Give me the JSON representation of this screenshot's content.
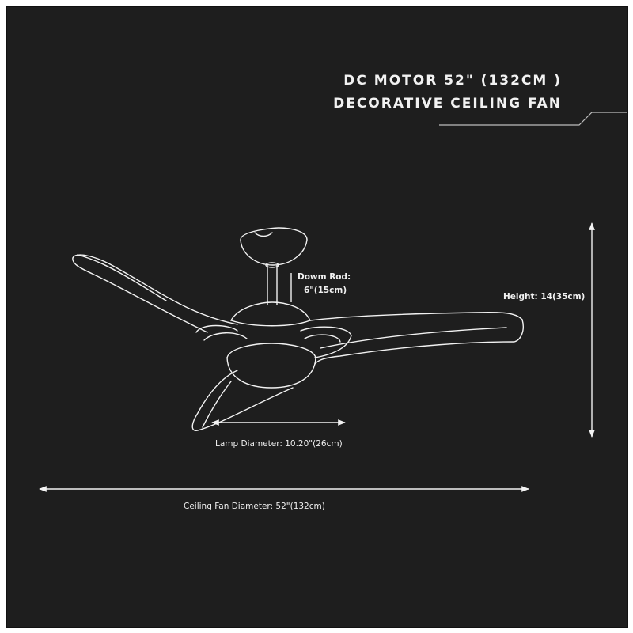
{
  "header": {
    "title_line1": "DC MOTOR 52\" (132CM )",
    "title_line2": "DECORATIVE CEILING FAN"
  },
  "dimensions": {
    "down_rod_label": "Dowm Rod:",
    "down_rod_value": "6\"(15cm)",
    "height": "Height: 14(35cm)",
    "lamp_diameter": "Lamp Diameter: 10.20\"(26cm)",
    "fan_diameter": "Ceiling Fan Diameter: 52\"(132cm)"
  },
  "colors": {
    "background": "#1e1e1e",
    "line": "#f2f2f2"
  }
}
